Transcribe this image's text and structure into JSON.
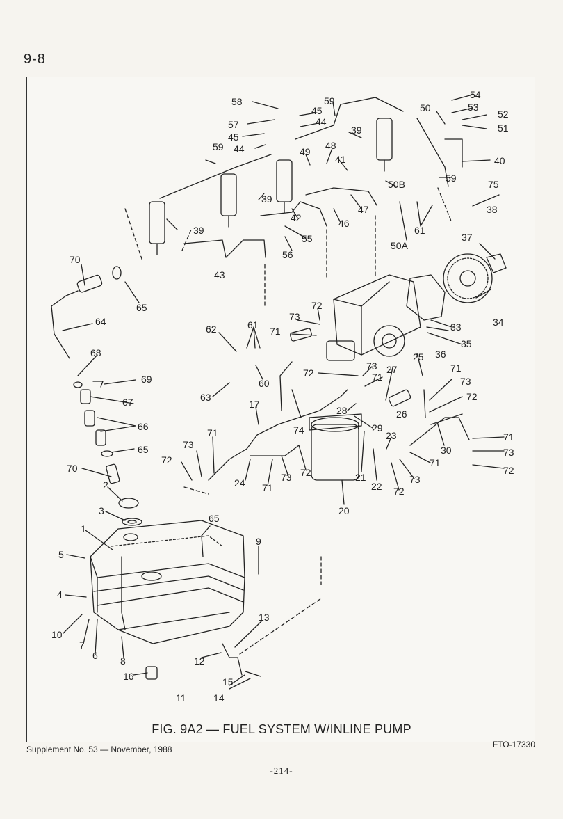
{
  "page": {
    "section_number": "9-8",
    "caption": "FIG. 9A2 — FUEL SYSTEM W/INLINE PUMP",
    "supplement_note": "Supplement No. 53 — November, 1988",
    "figure_code": "FTO-17330",
    "folio": "-214-"
  },
  "callouts": {
    "n1": "1",
    "n2": "2",
    "n3": "3",
    "n4": "4",
    "n5": "5",
    "n6": "6",
    "n7": "7",
    "n8": "8",
    "n9": "9",
    "n10": "10",
    "n11": "11",
    "n12": "12",
    "n13": "13",
    "n14": "14",
    "n15": "15",
    "n16": "16",
    "n17": "17",
    "n20": "20",
    "n21": "21",
    "n22": "22",
    "n23": "23",
    "n24": "24",
    "n25": "25",
    "n26": "26",
    "n27": "27",
    "n28": "28",
    "n29": "29",
    "n30": "30",
    "n33": "33",
    "n34": "34",
    "n35": "35",
    "n36": "36",
    "n37": "37",
    "n38": "38",
    "n39": "39",
    "n40": "40",
    "n41": "41",
    "n42": "42",
    "n43": "43",
    "n44": "44",
    "n45": "45",
    "n46": "46",
    "n47": "47",
    "n48": "48",
    "n49": "49",
    "n50": "50",
    "n50a": "50A",
    "n50b": "50B",
    "n51": "51",
    "n52": "52",
    "n53": "53",
    "n54": "54",
    "n55": "55",
    "n56": "56",
    "n57": "57",
    "n58": "58",
    "n59": "59",
    "n60": "60",
    "n61": "61",
    "n62": "62",
    "n63": "63",
    "n64": "64",
    "n65": "65",
    "n66": "66",
    "n67": "67",
    "n68": "68",
    "n69": "69",
    "n70": "70",
    "n71": "71",
    "n72": "72",
    "n73": "73",
    "n74": "74",
    "n75": "75"
  }
}
